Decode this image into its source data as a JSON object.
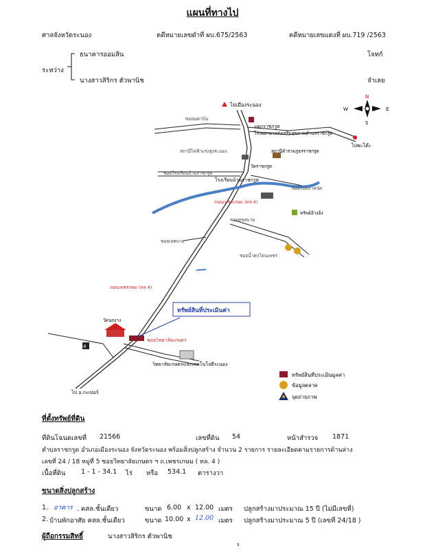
{
  "title": "แผนที่ทางไป",
  "header": {
    "court": "ศาลจังหวัดระนอง",
    "black_case": "คดีหมายเลขดำที่  ผบ.675/2563",
    "red_case": "คดีหมายเลขแดงที่  ผบ.719 /2563"
  },
  "parties": {
    "between_label": "ระหว่าง",
    "plaintiff": "ธนาคารออมสิน",
    "plaintiff_role": "โจทก์",
    "defendant": "นางสาวสิริกร  ตัวพานิช",
    "defendant_role": "จำเลย"
  },
  "map": {
    "compass": {
      "n": "N",
      "s": "S",
      "e": "E",
      "w": "W"
    },
    "labels": {
      "to_ranong": "ไปเมืองระนอง",
      "soi_north": "ซอยนคาบิน",
      "ratchakrut_junction": "แยกราชกรูด",
      "hospital": "โรงพยาบาลส่งเสริมสุขภาพตำบลราชกรูด",
      "police": "สถานีตำรวจภูธรราชกรูด",
      "to_phato": "ไปพะโต๊ะ",
      "electric": "สถานีไฟฟ้าแรงสูงระนอง",
      "wat": "วัดราชกรูด",
      "school": "โรงเรียนบ้านราชกรูด",
      "soi_school": "ซอยโรงเรียนบ้านราชกรูด",
      "soi_east": "ซอยไปตลาดนัด",
      "petchkasem_upper": "ถนนเพชรเกษม (ทล.4)",
      "soi_mid": "ซอยสุขสบาย",
      "property_east": "ทรัพย์อ้างอิง",
      "soi_west": "ซอยเทศบาล",
      "soi_namsai": "ซอยน้ำตกโตนเพชร",
      "petchkasem_lower": "ถนนเพชรกษม (ทล.4)",
      "wat_lower": "วัดนกงาง",
      "property_box": "ทรัพย์สินที่ประเมินค่า",
      "soi_college": "ซอยวิทยาลัยเกษตร",
      "college": "วิทยาลัยเกษตรและเทคโนโลยีระนอง",
      "to_kapoe": "ไป อ.กะเปอร์"
    },
    "legend": [
      {
        "label": "ทรัพย์สินที่ประเมินมูลค่า",
        "color": "#8b1a2b"
      },
      {
        "label": "ข้อมูลตลาด",
        "color": "#d4a020"
      },
      {
        "label": "จุดถ่ายภาพ",
        "color": "#1c2a6e"
      }
    ]
  },
  "location": {
    "heading": "ที่ตั้งทรัพย์ที่ดิน",
    "deed_label": "ที่ดินโฉนดเลขที่",
    "deed_no": "21566",
    "land_no_label": "เลขที่ดิน",
    "land_no": "54",
    "survey_label": "หน้าสำรวจ",
    "survey_no": "1871",
    "line2": "ตำบลราชกรูด     อำเภอเมืองระนอง     จังหวัดระนอง     พร้อมสิ่งปลูกสร้าง   จำนวน 2 รายการ รายละเอียดตามรายการด้านล่าง",
    "line3": "เลขที่   24 / 18        หมู่ที่  5        ซอยวิทยาลัยเกษตร ฯ          ถ.เพชรเกษม  ( ทล. 4 )",
    "area_label": "เนื้อที่ดิน",
    "area_rai": "1 - 1 - 34.1",
    "rai_unit": "ไร่",
    "or": "หรือ",
    "sqwa": "534.1",
    "sqwa_unit": "ตารางวา"
  },
  "buildings": {
    "heading": "ขนาดสิ่งปลูกสร้าง",
    "items": [
      {
        "prefix": "1.",
        "hand": "อาคาร",
        "type": ". คสล.ชั้นเดียว",
        "size_label": "ขนาด",
        "w": "6.00",
        "x": "x",
        "l": "12.00",
        "unit": "เมตร",
        "age": "ปลูกสร้างมาประมาณ  15  ปี  (ไม่มีเลขที่)"
      },
      {
        "prefix": "2.",
        "hand": "",
        "type": "บ้านพักอาศัย  คสล.ชั้นเดียว",
        "size_label": "ขนาด",
        "w": "10.00",
        "x": "x",
        "l": "12.00",
        "unit": "เมตร",
        "age": "ปลูกสร้างมาประมาณ  5  ปี       (เลขที่ 24/18 )"
      }
    ]
  },
  "owner": {
    "heading": "ผู้ถือกรรมสิทธิ์",
    "name": "นางสาวสิริกร  ตัวพานิช"
  },
  "page_mark": "s"
}
